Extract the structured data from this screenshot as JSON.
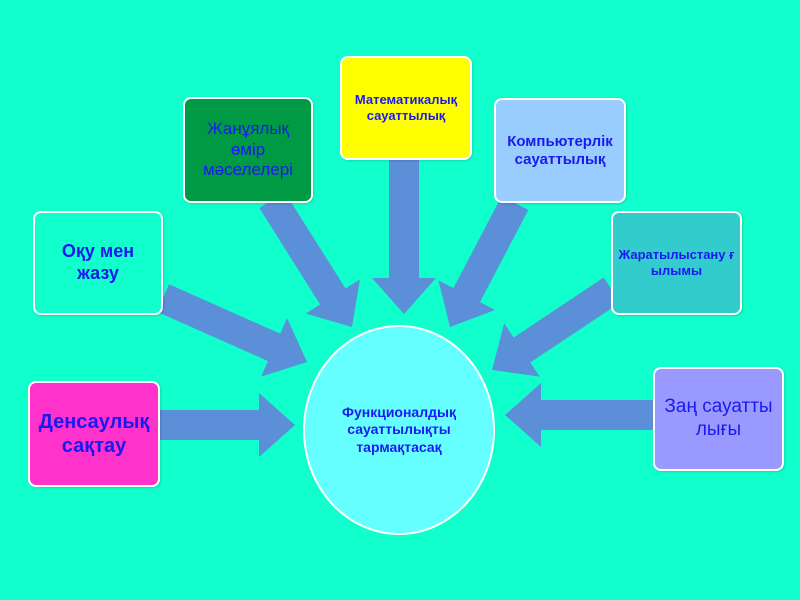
{
  "center": {
    "label": "Функционалдық сауаттылықты тармақтасақ",
    "color": "#66ffff"
  },
  "nodes": [
    {
      "id": "densaulyk",
      "label": "Денсаулық сақтау",
      "color": "#ff33cc"
    },
    {
      "id": "oku",
      "label": "Оқу мен жазу",
      "color": "#11ffcc"
    },
    {
      "id": "zhanualyk",
      "label": "Жанұялық өмір мәселелері",
      "color": "#009944"
    },
    {
      "id": "matematika",
      "label": "Математикалық сауаттылық",
      "color": "#ffff00"
    },
    {
      "id": "komputer",
      "label": "Компьютерлік сауаттылық",
      "color": "#99ccff"
    },
    {
      "id": "zharatylystanu",
      "label": "Жаратылыстану ғылымы",
      "color": "#33cccc"
    },
    {
      "id": "zan",
      "label": "Заң сауаттылығы",
      "color": "#9999ff"
    }
  ],
  "colors": {
    "background": "#11ffcc",
    "arrow": "#5b8fd8",
    "text": "#1a1aee"
  }
}
